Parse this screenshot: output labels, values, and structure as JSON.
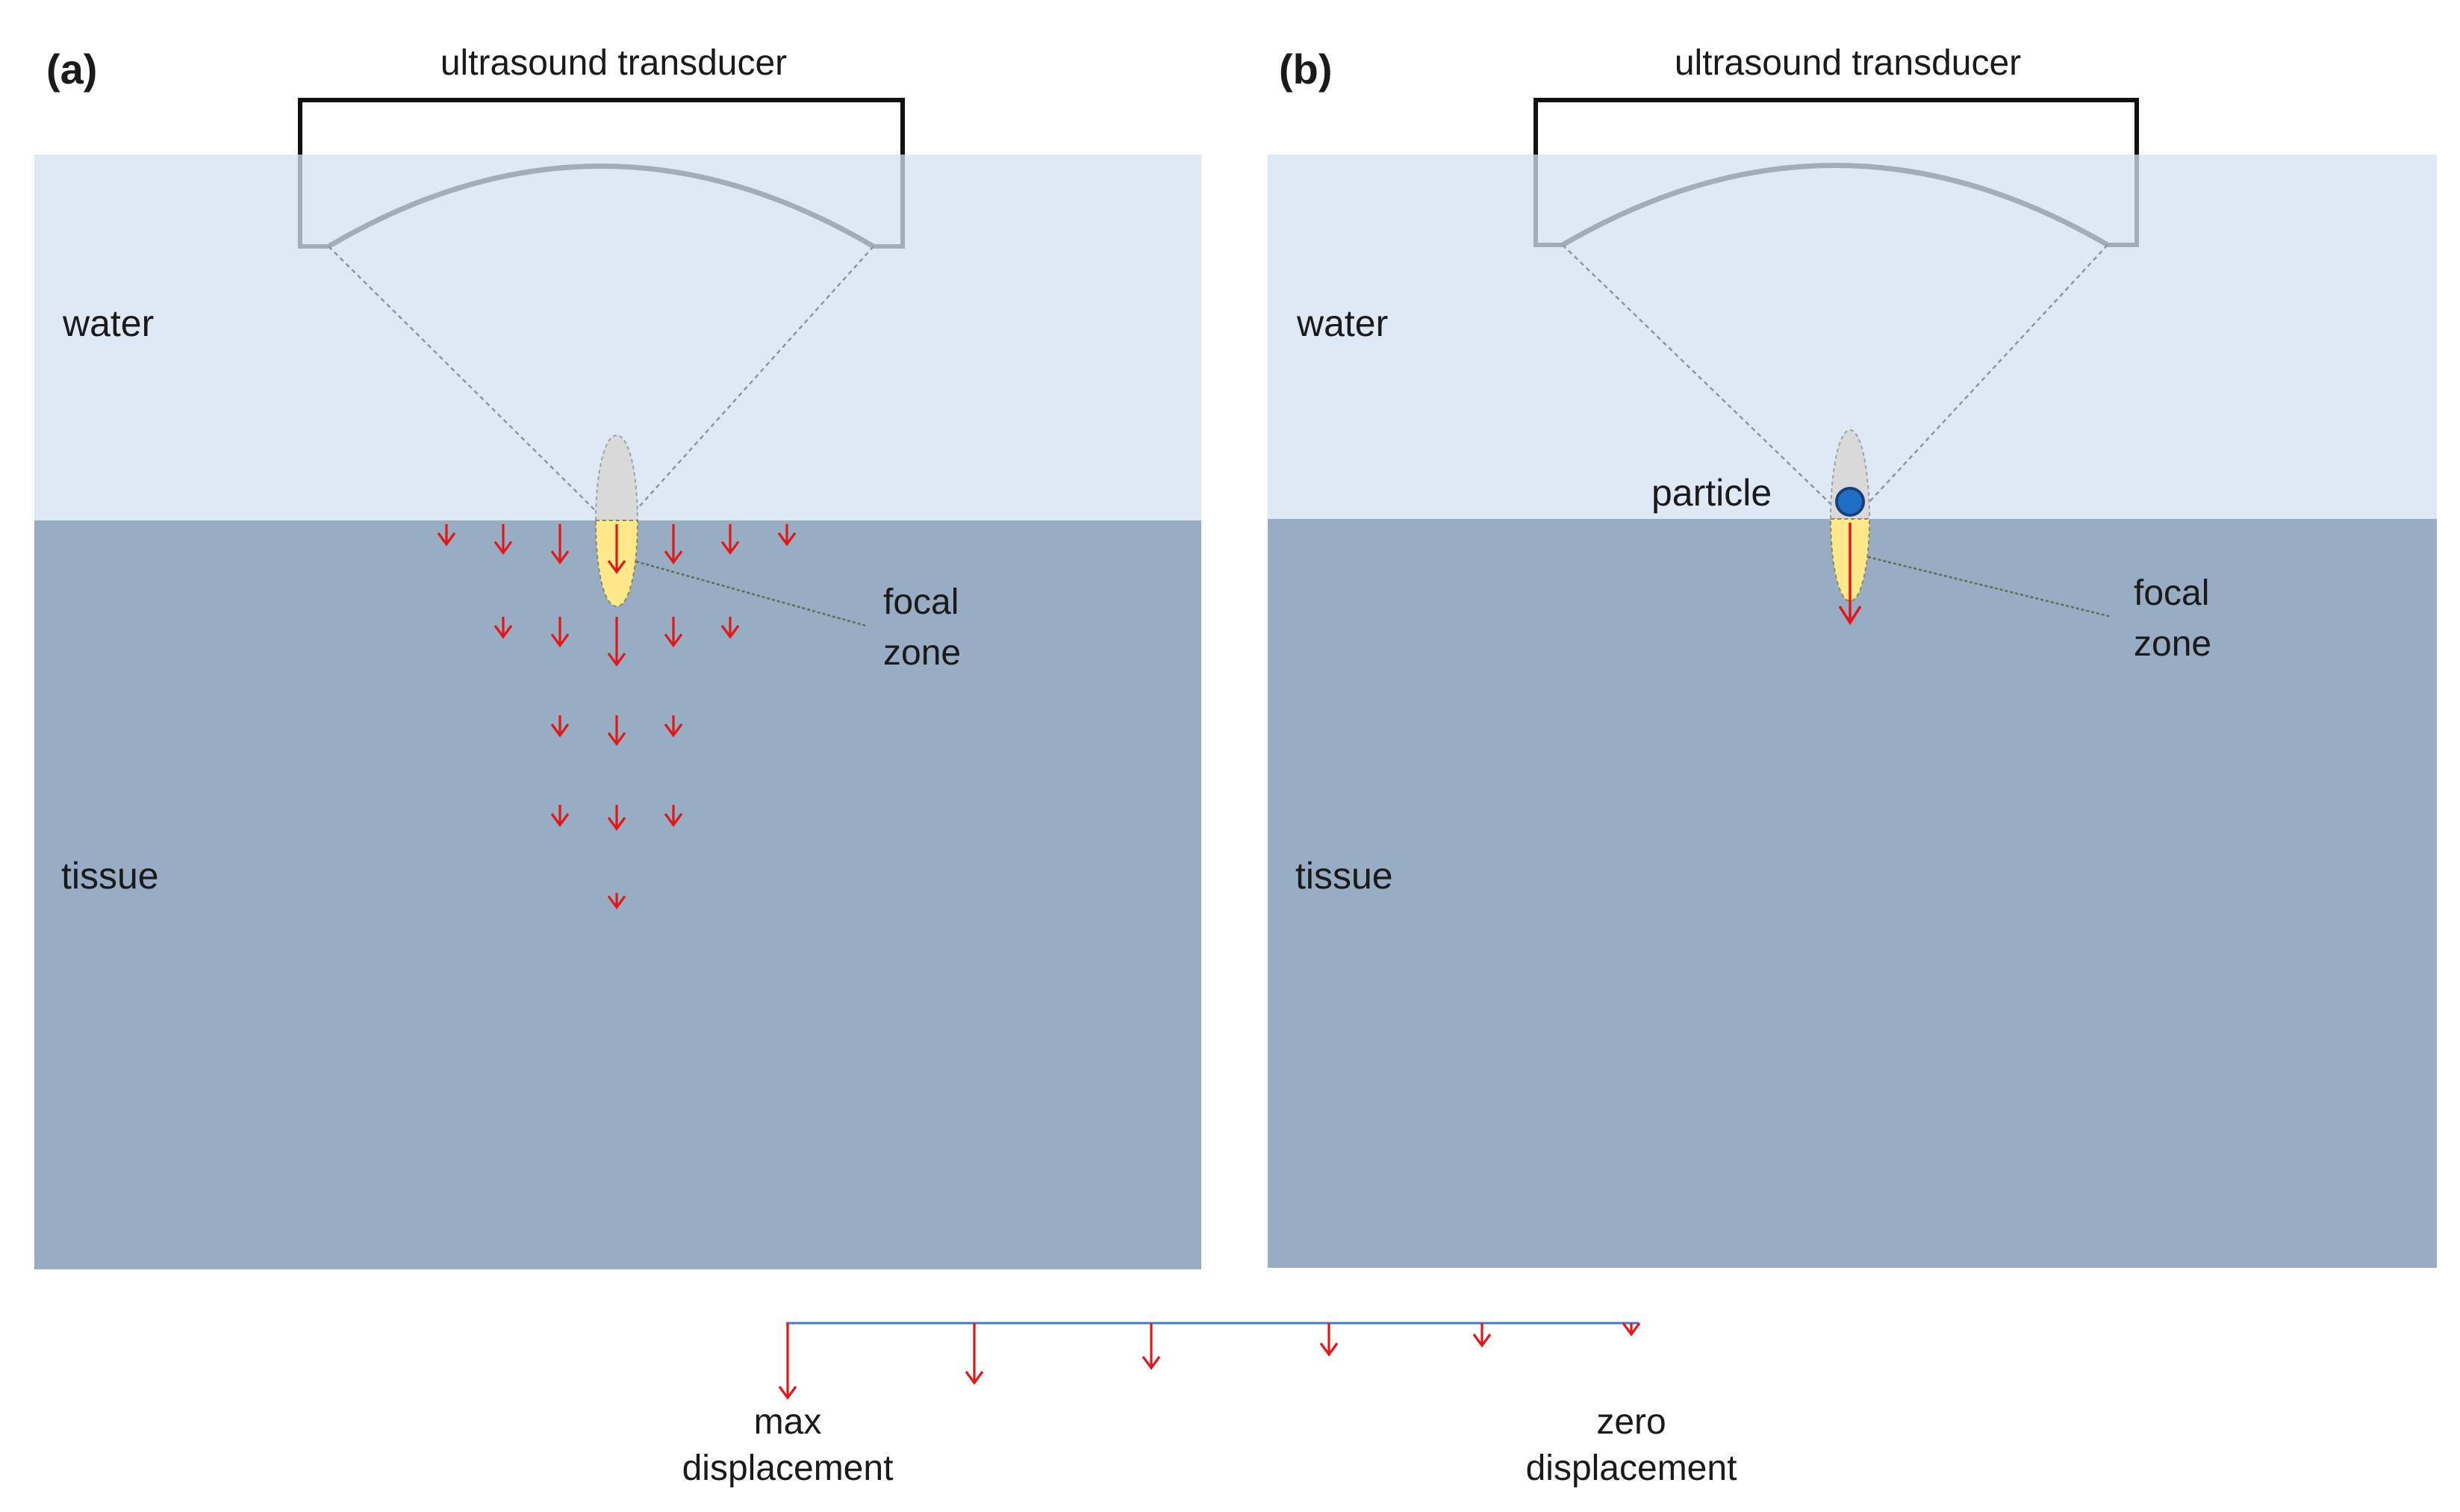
{
  "panels": [
    {
      "id": "a",
      "label": "(a)",
      "transducer_label": "ultrasound transducer",
      "water_label": "water",
      "tissue_label": "tissue",
      "focal_label_line1": "focal",
      "focal_label_line2": "zone"
    },
    {
      "id": "b",
      "label": "(b)",
      "transducer_label": "ultrasound transducer",
      "water_label": "water",
      "tissue_label": "tissue",
      "focal_label_line1": "focal",
      "focal_label_line2": "zone",
      "particle_label": "particle"
    }
  ],
  "scale": {
    "max_line1": "max",
    "max_line2": "displacement",
    "zero_line1": "zero",
    "zero_line2": "displacement",
    "levels": [
      1.0,
      0.8,
      0.6,
      0.42,
      0.3,
      0.15
    ]
  },
  "colors": {
    "water": "#dfe9f5",
    "tissue": "#98adc3",
    "arrow": "#e01818",
    "focal_fill": "#ffe98a",
    "focal_water": "#d9d9d9",
    "particle": "#1f6fc4",
    "scale_line": "#4a78c8"
  },
  "arrow_field_a": [
    {
      "row": 0,
      "levels": [
        0.42,
        0.6,
        0.8,
        1.0,
        0.8,
        0.6,
        0.42
      ]
    },
    {
      "row": 1,
      "levels": [
        0.42,
        0.6,
        1.0,
        0.6,
        0.42
      ]
    },
    {
      "row": 2,
      "levels": [
        0.42,
        0.6,
        0.42
      ]
    },
    {
      "row": 3,
      "levels": [
        0.42,
        0.5,
        0.42
      ]
    },
    {
      "row": 4,
      "levels": [
        0.3
      ]
    }
  ]
}
